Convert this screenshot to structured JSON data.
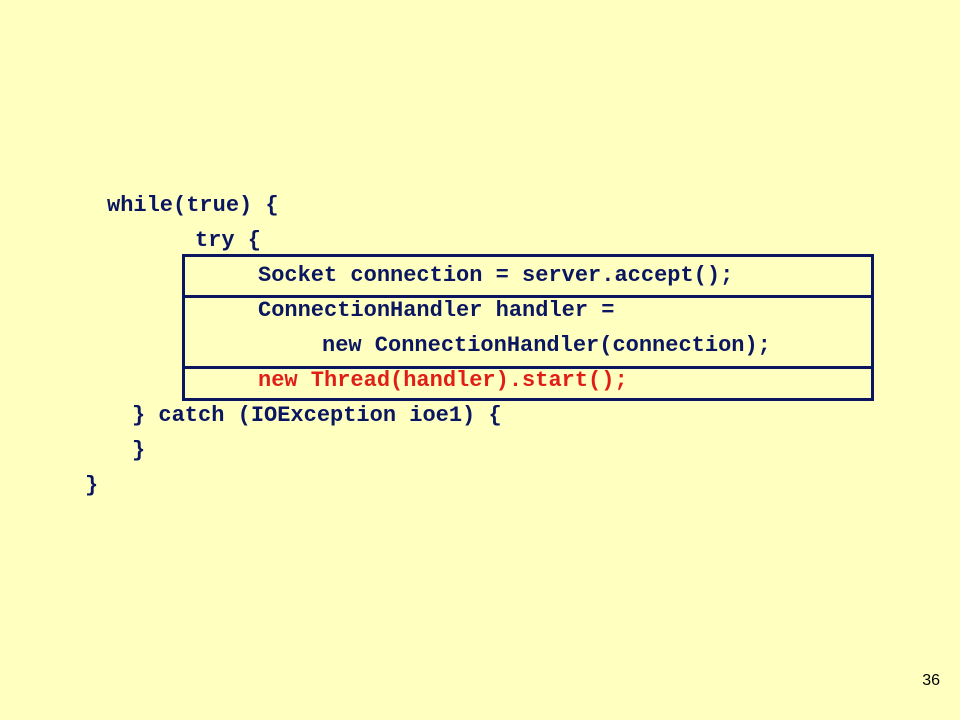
{
  "code": {
    "line1": "while(true) {",
    "line2": "try {",
    "line3": "Socket connection = server.accept();",
    "line4": "ConnectionHandler handler =",
    "line5": "new ConnectionHandler(connection);",
    "line6": "new Thread(handler).start();",
    "line7": "} catch (IOException ioe1) {",
    "line8": "}",
    "line9": "}"
  },
  "page_number": "36",
  "colors": {
    "background": "#FFFFC0",
    "code_text": "#0A1760",
    "highlight": "#E01E17",
    "box_border": "#0A1760"
  }
}
